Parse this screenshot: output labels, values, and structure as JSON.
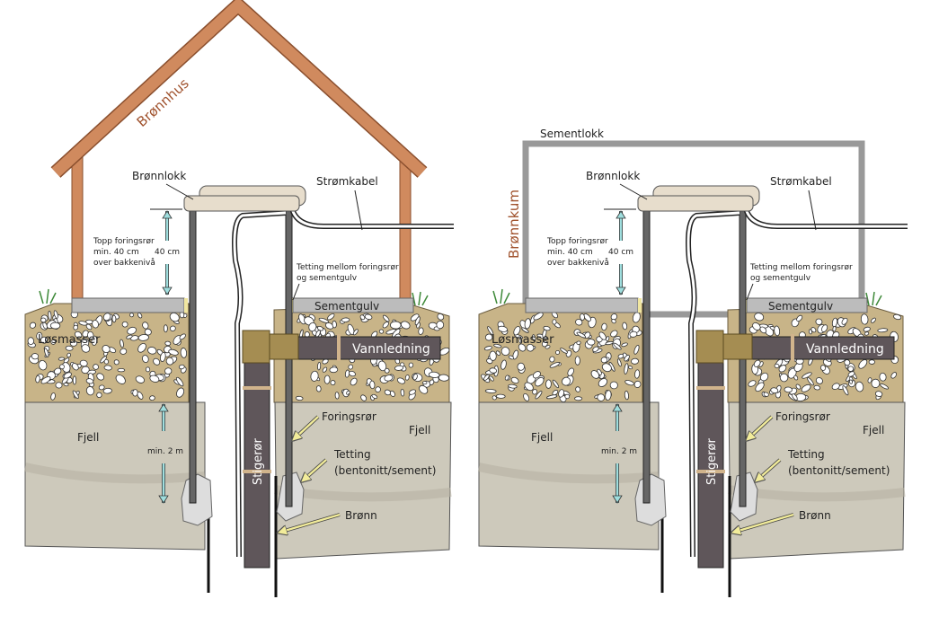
{
  "panels": [
    {
      "enclosure": "Brønnhus",
      "cover": "Brønnlokk",
      "cable": "Strømkabel",
      "top_note": [
        "Topp foringsrør",
        "min. 40 cm",
        "over bakkenivå"
      ],
      "height_label": "40 cm",
      "seal_note": [
        "Tetting mellom foringsrør",
        "og sementgulv"
      ],
      "floor": "Sementgulv",
      "soil": "Løsmasser",
      "pipe": "Vannledning",
      "rock_left": "Fjell",
      "rock_right": "Fjell",
      "depth_label": "min. 2 m",
      "riser": "Stigerør",
      "casing": "Foringsrør",
      "seal": [
        "Tetting",
        "(bentonitt/sement)"
      ],
      "well": "Brønn"
    },
    {
      "enclosure": "Brønnkum",
      "lid": "Sementlokk",
      "cover": "Brønnlokk",
      "cable": "Strømkabel",
      "top_note": [
        "Topp foringsrør",
        "min. 40 cm",
        "over bakkenivå"
      ],
      "height_label": "40 cm",
      "seal_note": [
        "Tetting mellom foringsrør",
        "og sementgulv"
      ],
      "floor": "Sementgulv",
      "soil": "Løsmasser",
      "pipe": "Vannledning",
      "rock_left": "Fjell",
      "rock_right": "Fjell",
      "depth_label": "min. 2 m",
      "riser": "Stigerør",
      "casing": "Foringsrør",
      "seal": [
        "Tetting",
        "(bentonitt/sement)"
      ],
      "well": "Brønn"
    }
  ],
  "colors": {
    "roof": "#d08a5e",
    "gravel": "#c8b488",
    "rock": "#cdc9bb",
    "slab": "#bcbcbc",
    "pipe": "#5f565a",
    "brass": "#a58d52",
    "cap": "#e7ddcc",
    "arrow": "#9fdede",
    "pointer": "#f2ec9a"
  }
}
